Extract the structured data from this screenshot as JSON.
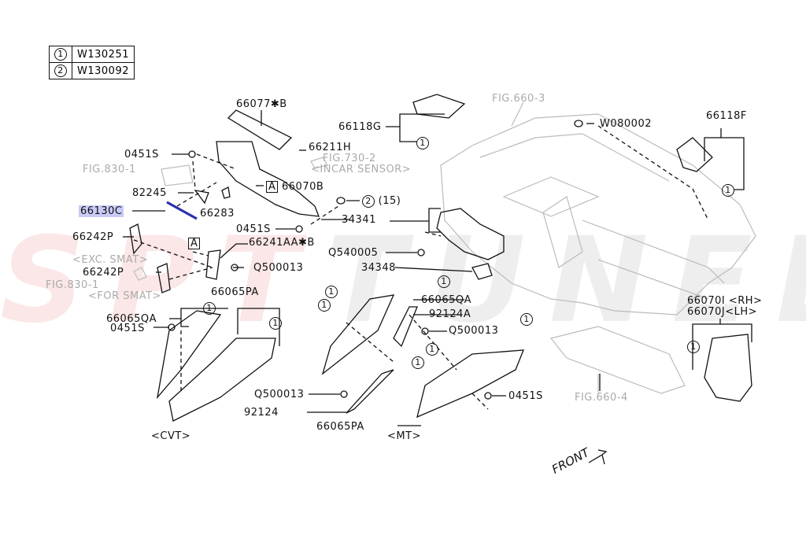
{
  "diagram": {
    "title": "Instrument panel lower covers parts diagram",
    "watermark": {
      "part1": "SPT",
      "part2": "TUNED"
    },
    "legend": [
      {
        "marker": "1",
        "code": "W130251"
      },
      {
        "marker": "2",
        "code": "W130092"
      }
    ],
    "callouts": {
      "p66077B": "66077✱B",
      "p0451S_a": "0451S",
      "p66211H": "66211H",
      "fig830_1a": "FIG.830-1",
      "fig730_2": "FIG.730-2",
      "incar_sensor": "<INCAR SENSOR>",
      "p66070B": "66070B",
      "p82245": "82245",
      "p66130C": "66130C",
      "p66283": "66283",
      "p0451S_b": "0451S",
      "p66242P_a": "66242P",
      "p66241AAB": "66241AA✱B",
      "exc_smat": "<EXC. SMAT>",
      "p66242P_b": "66242P",
      "q500013_a": "Q500013",
      "fig830_1b": "FIG.830-1",
      "for_smat": "<FOR SMAT>",
      "p66065PA_a": "66065PA",
      "p66065QA_a": "66065QA",
      "p0451S_c": "0451S",
      "cvt": "<CVT>",
      "p66118G": "66118G",
      "fig660_3": "FIG.660-3",
      "w080002": "W080002",
      "p66118F": "66118F",
      "marker2_qty": "(15)",
      "p34341": "34341",
      "q540005": "Q540005",
      "p34348": "34348",
      "p66065QA_b": "66065QA",
      "p92124A": "92124A",
      "q500013_b": "Q500013",
      "q500013_c": "Q500013",
      "p92124": "92124",
      "p66065PA_b": "66065PA",
      "mt": "<MT>",
      "p0451S_d": "0451S",
      "fig660_4": "FIG.660-4",
      "p66070I": "66070I <RH>",
      "p66070J": "66070J<LH>",
      "box_a": "A",
      "front": "FRONT"
    },
    "markers": {
      "one": "1",
      "two": "2"
    },
    "colors": {
      "ink": "#111111",
      "reference": "#aaaaaa",
      "highlight": "#c9cbf6",
      "highlight_part": "#2a2fb0"
    }
  }
}
